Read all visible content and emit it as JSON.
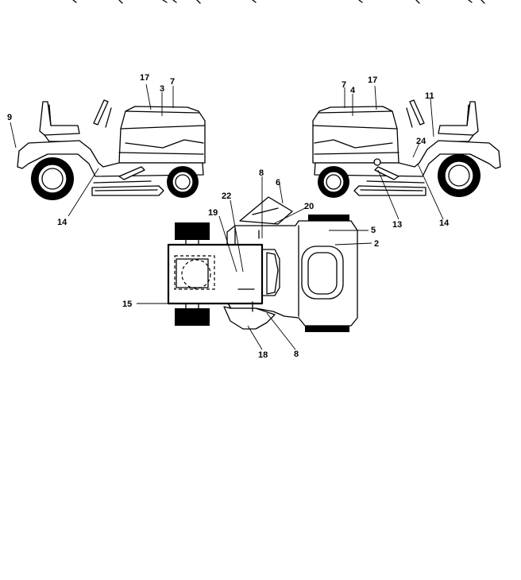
{
  "labels": [
    {
      "id": "l-17a",
      "text": "17"
    },
    {
      "id": "l-3",
      "text": "3"
    },
    {
      "id": "l-7a",
      "text": "7"
    },
    {
      "id": "l-9",
      "text": "9"
    },
    {
      "id": "l-14a",
      "text": "14"
    },
    {
      "id": "l-7b",
      "text": "7"
    },
    {
      "id": "l-4",
      "text": "4"
    },
    {
      "id": "l-17b",
      "text": "17"
    },
    {
      "id": "l-11",
      "text": "11"
    },
    {
      "id": "l-24",
      "text": "24"
    },
    {
      "id": "l-13",
      "text": "13"
    },
    {
      "id": "l-14b",
      "text": "14"
    },
    {
      "id": "l-8a",
      "text": "8"
    },
    {
      "id": "l-6",
      "text": "6"
    },
    {
      "id": "l-22",
      "text": "22"
    },
    {
      "id": "l-20",
      "text": "20"
    },
    {
      "id": "l-19",
      "text": "19"
    },
    {
      "id": "l-5",
      "text": "5"
    },
    {
      "id": "l-2",
      "text": "2"
    },
    {
      "id": "l-15",
      "text": "15"
    },
    {
      "id": "l-18",
      "text": "18"
    },
    {
      "id": "l-8b",
      "text": "8"
    }
  ]
}
